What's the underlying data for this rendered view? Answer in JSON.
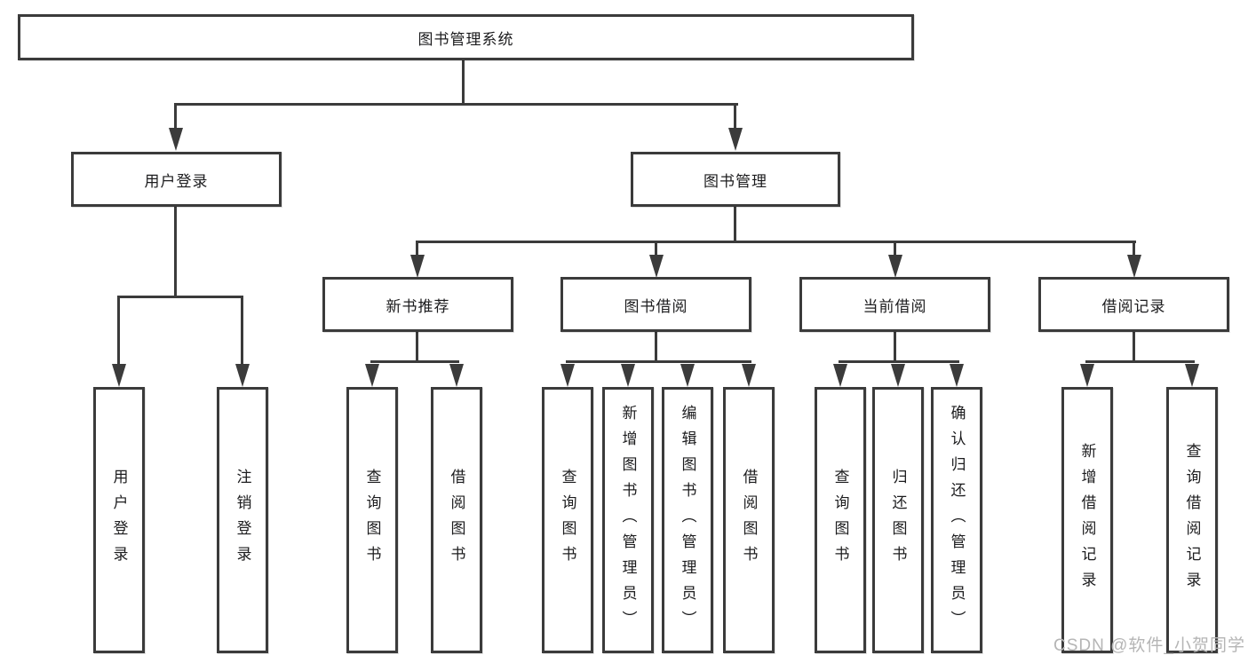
{
  "diagram_title": "图书管理系统",
  "watermark": "CSDN @软件_小贺同学",
  "colors": {
    "line": "#3b3b3b",
    "text": "#1c1c1e",
    "watermark": "#b5b5b5",
    "background": "#ffffff"
  },
  "nodes": {
    "root": "图书管理系统",
    "user_login": "用户登录",
    "book_management": "图书管理",
    "leaf_user_login": "用户登录",
    "leaf_logout": "注销登录",
    "new_book_rec": "新书推荐",
    "book_borrow": "图书借阅",
    "current_borrow": "当前借阅",
    "borrow_records": "借阅记录",
    "nbr_query_books": "查询图书",
    "nbr_borrow_books": "借阅图书",
    "bb_query_books": "查询图书",
    "bb_add_books": "新增图书（管理员）",
    "bb_edit_books": "编辑图书（管理员）",
    "bb_borrow_books": "借阅图书",
    "cb_query_books": "查询图书",
    "cb_return_books": "归还图书",
    "cb_confirm_return": "确认归还（管理员）",
    "br_add_record": "新增借阅记录",
    "br_query_record": "查询借阅记录"
  }
}
